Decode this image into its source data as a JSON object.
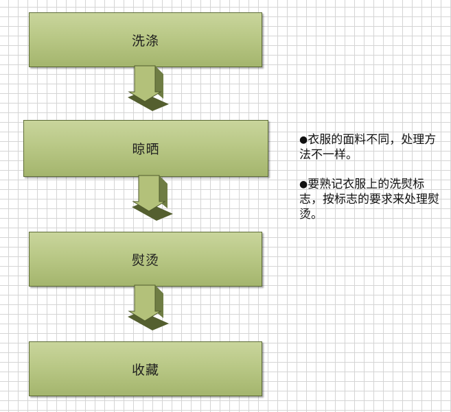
{
  "steps": [
    {
      "label": "洗涤"
    },
    {
      "label": "晾晒"
    },
    {
      "label": "熨烫"
    },
    {
      "label": "收藏"
    }
  ],
  "notes": [
    {
      "bullet": "●",
      "text": "衣服的面料不同，处理方法不一样。"
    },
    {
      "bullet": "●",
      "text": "要熟记衣服上的洗熨标志，按标志的要求来处理熨烫。"
    }
  ],
  "colors": {
    "box_fill": "#b9c886",
    "box_border": "#5b6a34",
    "arrow_front": "#b3c17a",
    "arrow_side": "#6f7d44",
    "arrow_shadow": "#545f2f",
    "grid": "#d4d4d4"
  },
  "icons": {
    "flow_arrow": "down-arrow-3d-icon"
  }
}
